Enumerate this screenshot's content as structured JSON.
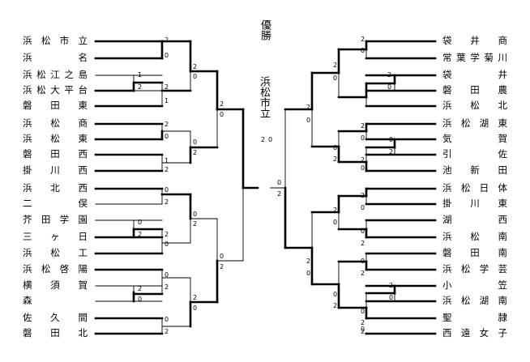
{
  "champion": {
    "label": "優勝",
    "name": "浜松市立"
  },
  "left_teams": [
    "浜松市立",
    "浜名",
    "浜松江之島",
    "浜松大平台",
    "磐田東",
    "浜松商",
    "浜松東",
    "磐田西",
    "掛川西",
    "浜北西",
    "二俣",
    "芥田学園",
    "三ヶ日",
    "浜松工",
    "浜松啓陽",
    "横須賀",
    "森",
    "佐久間",
    "磐田北"
  ],
  "right_teams": [
    "袋井商",
    "常葉学菊川",
    "袋井",
    "磐田農",
    "浜松北",
    "浜松湖東",
    "気賀",
    "引佐",
    "池新田",
    "浜松日体",
    "掛川東",
    "湖西",
    "浜松南",
    "磐田南",
    "浜松学芸",
    "小笠",
    "浜松湖南",
    "聖隷",
    "西遠女子"
  ],
  "scores": {
    "left": [
      {
        "v": "2"
      },
      {
        "v": "0"
      },
      {
        "v": "1"
      },
      {
        "v": "2"
      },
      {
        "v": "2"
      },
      {
        "v": "1"
      },
      {
        "v": "2"
      },
      {
        "v": "0"
      },
      {
        "v": "2"
      },
      {
        "v": "0"
      },
      {
        "v": "2"
      },
      {
        "v": "0"
      },
      {
        "v": "0"
      },
      {
        "v": "2"
      },
      {
        "v": "1"
      },
      {
        "v": "2"
      },
      {
        "v": "0"
      },
      {
        "v": "2"
      },
      {
        "v": "0"
      },
      {
        "v": "2"
      },
      {
        "v": "0"
      },
      {
        "v": "2"
      },
      {
        "v": "2"
      },
      {
        "v": "0"
      },
      {
        "v": "0"
      },
      {
        "v": "2"
      },
      {
        "v": "0"
      },
      {
        "v": "2"
      },
      {
        "v": "2"
      },
      {
        "v": "0"
      },
      {
        "v": "2"
      },
      {
        "v": "0"
      },
      {
        "v": "0"
      },
      {
        "v": "2"
      },
      {
        "v": "2"
      },
      {
        "v": "0"
      },
      {
        "v": "2"
      },
      {
        "v": "0"
      },
      {
        "v": "0"
      },
      {
        "v": "2"
      }
    ],
    "right": [
      {
        "v": "2"
      },
      {
        "v": "0"
      },
      {
        "v": "2"
      },
      {
        "v": "0"
      },
      {
        "v": "2"
      },
      {
        "v": "0"
      },
      {
        "v": "2"
      },
      {
        "v": "0"
      },
      {
        "v": "2"
      },
      {
        "v": "0"
      },
      {
        "v": "0"
      },
      {
        "v": "2"
      },
      {
        "v": "2"
      },
      {
        "v": "0"
      },
      {
        "v": "0"
      },
      {
        "v": "2"
      },
      {
        "v": "2"
      },
      {
        "v": "0"
      },
      {
        "v": "2"
      },
      {
        "v": "0"
      },
      {
        "v": "0"
      },
      {
        "v": "2"
      },
      {
        "v": "2"
      },
      {
        "v": "0"
      },
      {
        "v": "0"
      },
      {
        "v": "2"
      },
      {
        "v": "0"
      },
      {
        "v": "2"
      },
      {
        "v": "2"
      },
      {
        "v": "0"
      },
      {
        "v": "0"
      },
      {
        "v": "2"
      },
      {
        "v": "0"
      },
      {
        "v": "2"
      },
      {
        "v": "0"
      },
      {
        "v": "2"
      }
    ],
    "final": [
      {
        "v": "2"
      },
      {
        "v": "0"
      },
      {
        "v": "0"
      },
      {
        "v": "2"
      }
    ]
  }
}
